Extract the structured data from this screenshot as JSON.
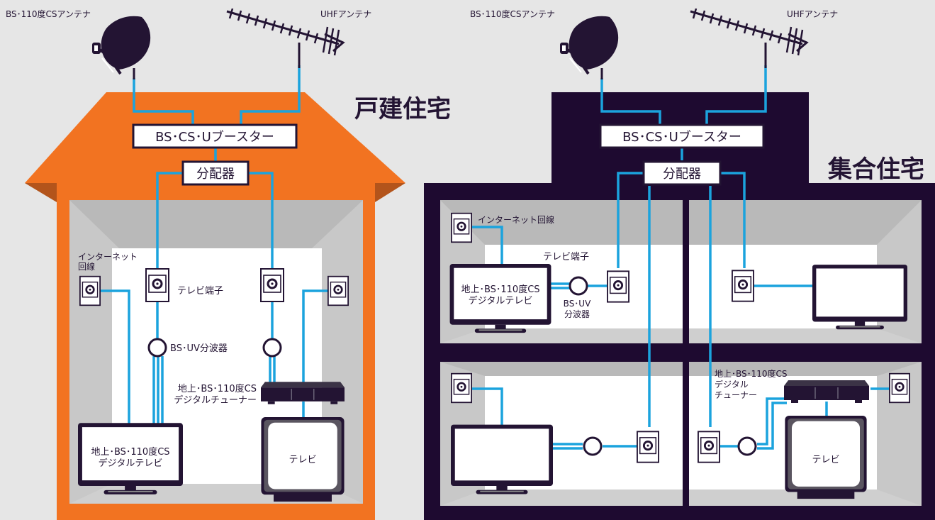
{
  "colors": {
    "background": "#e6e6e6",
    "house": "#f27321",
    "house_shade": "#b3541b",
    "building": "#1e0a30",
    "cable": "#1ba3dd",
    "dark": "#231433",
    "room_back": "#ffffff",
    "room_wall": "#c8c8c8"
  },
  "house": {
    "title": "戸建住宅",
    "bs_antenna_label": "BS･110度CSアンテナ",
    "uhf_antenna_label": "UHFアンテナ",
    "booster_label": "BS･CS･Uブースター",
    "splitter_label": "分配器",
    "internet_label_line1": "インターネット",
    "internet_label_line2": "回線",
    "tv_terminal_label": "テレビ端子",
    "bs_uv_splitter_label": "BS･UV分波器",
    "tuner_label_line1": "地上･BS･110度CS",
    "tuner_label_line2": "デジタルチューナー",
    "digital_tv_line1": "地上･BS･110度CS",
    "digital_tv_line2": "デジタルテレビ",
    "crt_tv_label": "テレビ"
  },
  "apartment": {
    "title": "集合住宅",
    "bs_antenna_label": "BS･110度CSアンテナ",
    "uhf_antenna_label": "UHFアンテナ",
    "booster_label": "BS･CS･Uブースター",
    "splitter_label": "分配器",
    "internet_label": "インターネット回線",
    "tv_terminal_label": "テレビ端子",
    "digital_tv_line1": "地上･BS･110度CS",
    "digital_tv_line2": "デジタルテレビ",
    "bs_uv_line1": "BS･UV",
    "bs_uv_line2": "分波器",
    "tuner_line1": "地上･BS･110度CS",
    "tuner_line2": "デジタル",
    "tuner_line3": "チューナー",
    "crt_tv_label": "テレビ"
  }
}
